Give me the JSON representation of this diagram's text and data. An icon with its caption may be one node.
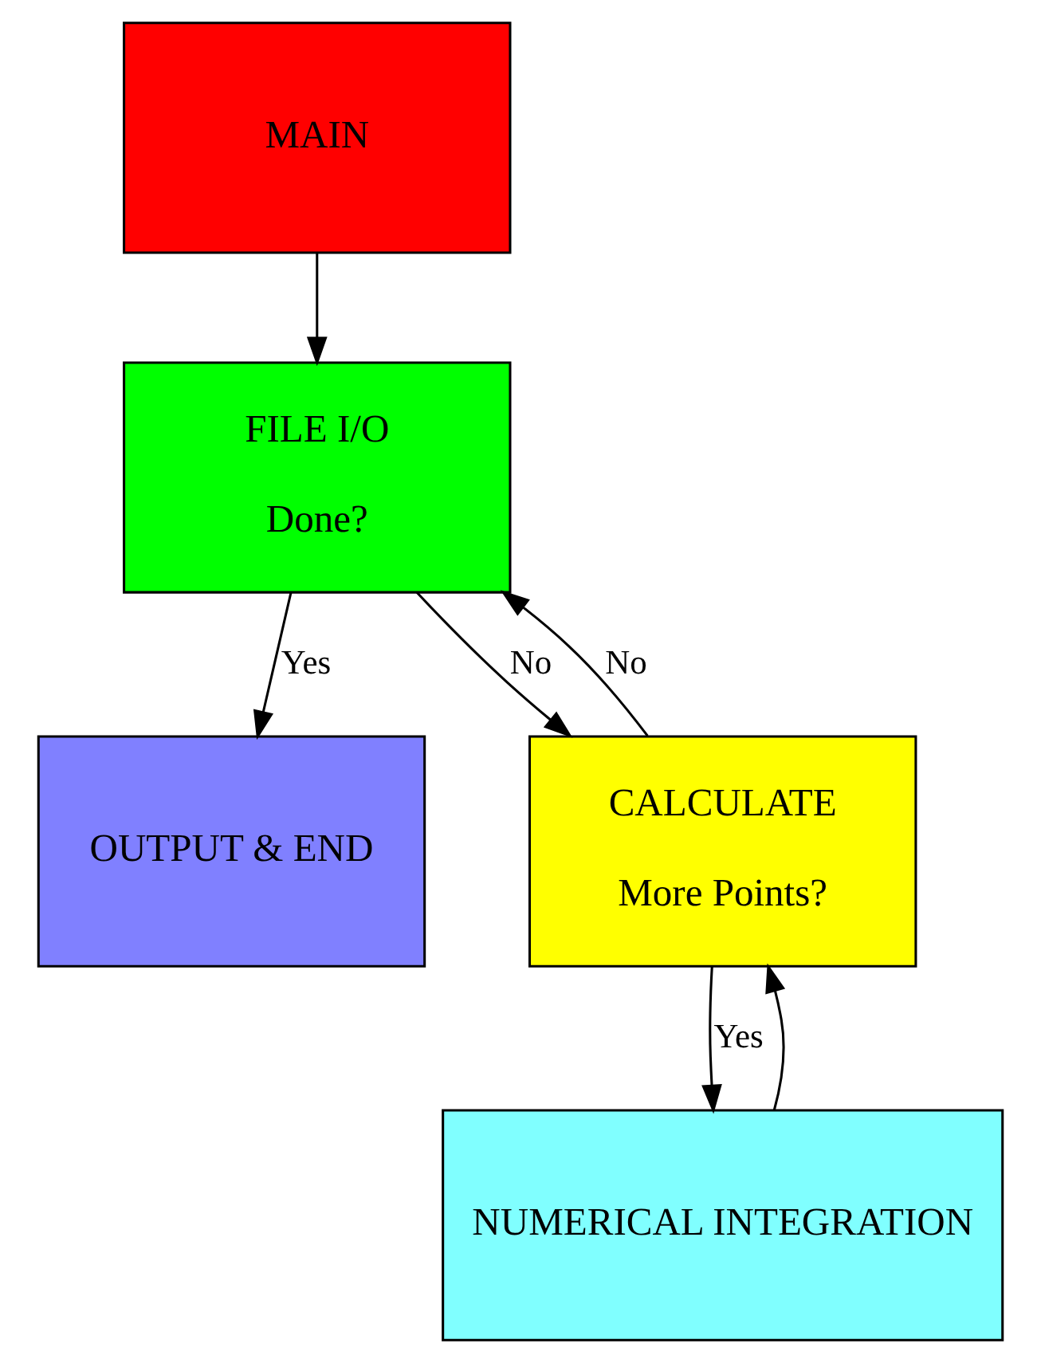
{
  "diagram": {
    "nodes": [
      {
        "text": [
          "MAIN"
        ]
      },
      {
        "text": [
          "FILE I/O",
          "Done?"
        ]
      },
      {
        "text": [
          "OUTPUT & END"
        ]
      },
      {
        "text": [
          "CALCULATE",
          "More Points?"
        ]
      },
      {
        "text": [
          "NUMERICAL INTEGRATION"
        ]
      }
    ],
    "edges": [
      {
        "from": 0,
        "to": 1,
        "arrow": "to"
      },
      {
        "from": 1,
        "to": 2,
        "arrow": "to",
        "label": "Yes"
      },
      {
        "from": 1,
        "to": 3,
        "arrow": "to",
        "label": "No"
      },
      {
        "from": 3,
        "to": 4,
        "arrow": "to",
        "label": "Yes"
      },
      {
        "from": 4,
        "to": 3,
        "arrow": "to"
      },
      {
        "from": 3,
        "to": 1,
        "arrow": "to",
        "label": "No"
      }
    ]
  }
}
